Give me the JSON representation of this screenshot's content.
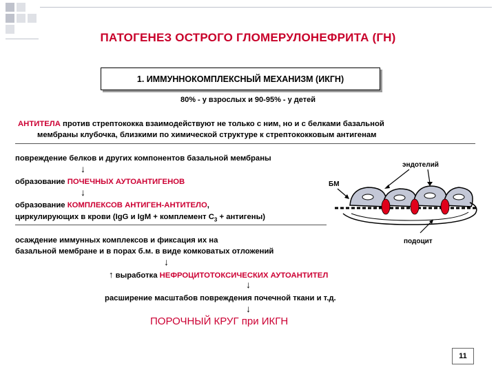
{
  "slide": {
    "title": "ПАТОГЕНЕЗ ОСТРОГО ГЛОМЕРУЛОНЕФРИТА (ГН)",
    "mechanism_box": "1. ИММУННОКОМПЛЕКСНЫЙ МЕХАНИЗМ (ИКГН)",
    "prevalence": "80% - у взрослых и 90-95% - у детей",
    "antibodies": {
      "highlight": "АНТИТЕЛА",
      "rest_line1": " против стрептококка взаимодействуют не только с ним, но и с белками базальной",
      "line2": "мембраны клубочка, близкими по химической структуре к стрептококковым антигенам"
    },
    "step1": "повреждение белков и других компонентов базальной мембраны",
    "step2": {
      "prefix": "образование ",
      "highlight": "ПОЧЕЧНЫХ АУТОАНТИГЕНОВ"
    },
    "step3": {
      "prefix": "образование ",
      "highlight": "КОМПЛЕКСОВ АНТИГЕН-АНТИТЕЛО",
      "suffix": ",",
      "line2_before": "циркулирующих в крови (IgG и IgM + комплемент C",
      "line2_sub": "3",
      "line2_after": " + антигены)"
    },
    "step4": {
      "line1": "осаждение иммунных комплексов и фиксация их на",
      "line2": "базальной мембране и в порах б.м. в виде комковатых отложений"
    },
    "step5": {
      "up_arrow": "↑",
      "prefix": " выработка ",
      "highlight": "НЕФРОЦИТОТОКСИЧЕСКИХ АУТОАНТИТЕЛ"
    },
    "step6": "расширение масштабов повреждения почечной ткани и т.д.",
    "conclusion": "ПОРОЧНЫЙ КРУГ при ИКГН",
    "down_arrow": "↓",
    "slide_number": "11"
  },
  "diagram": {
    "labels": {
      "endothelium": "эндотелий",
      "basement_membrane": "БМ",
      "podocyte": "подоцит"
    }
  },
  "colors": {
    "title_red": "#c8002a",
    "highlight_red": "#cc0033",
    "cell_fill": "#c3c7d6",
    "deposit_red": "#e0001b"
  }
}
